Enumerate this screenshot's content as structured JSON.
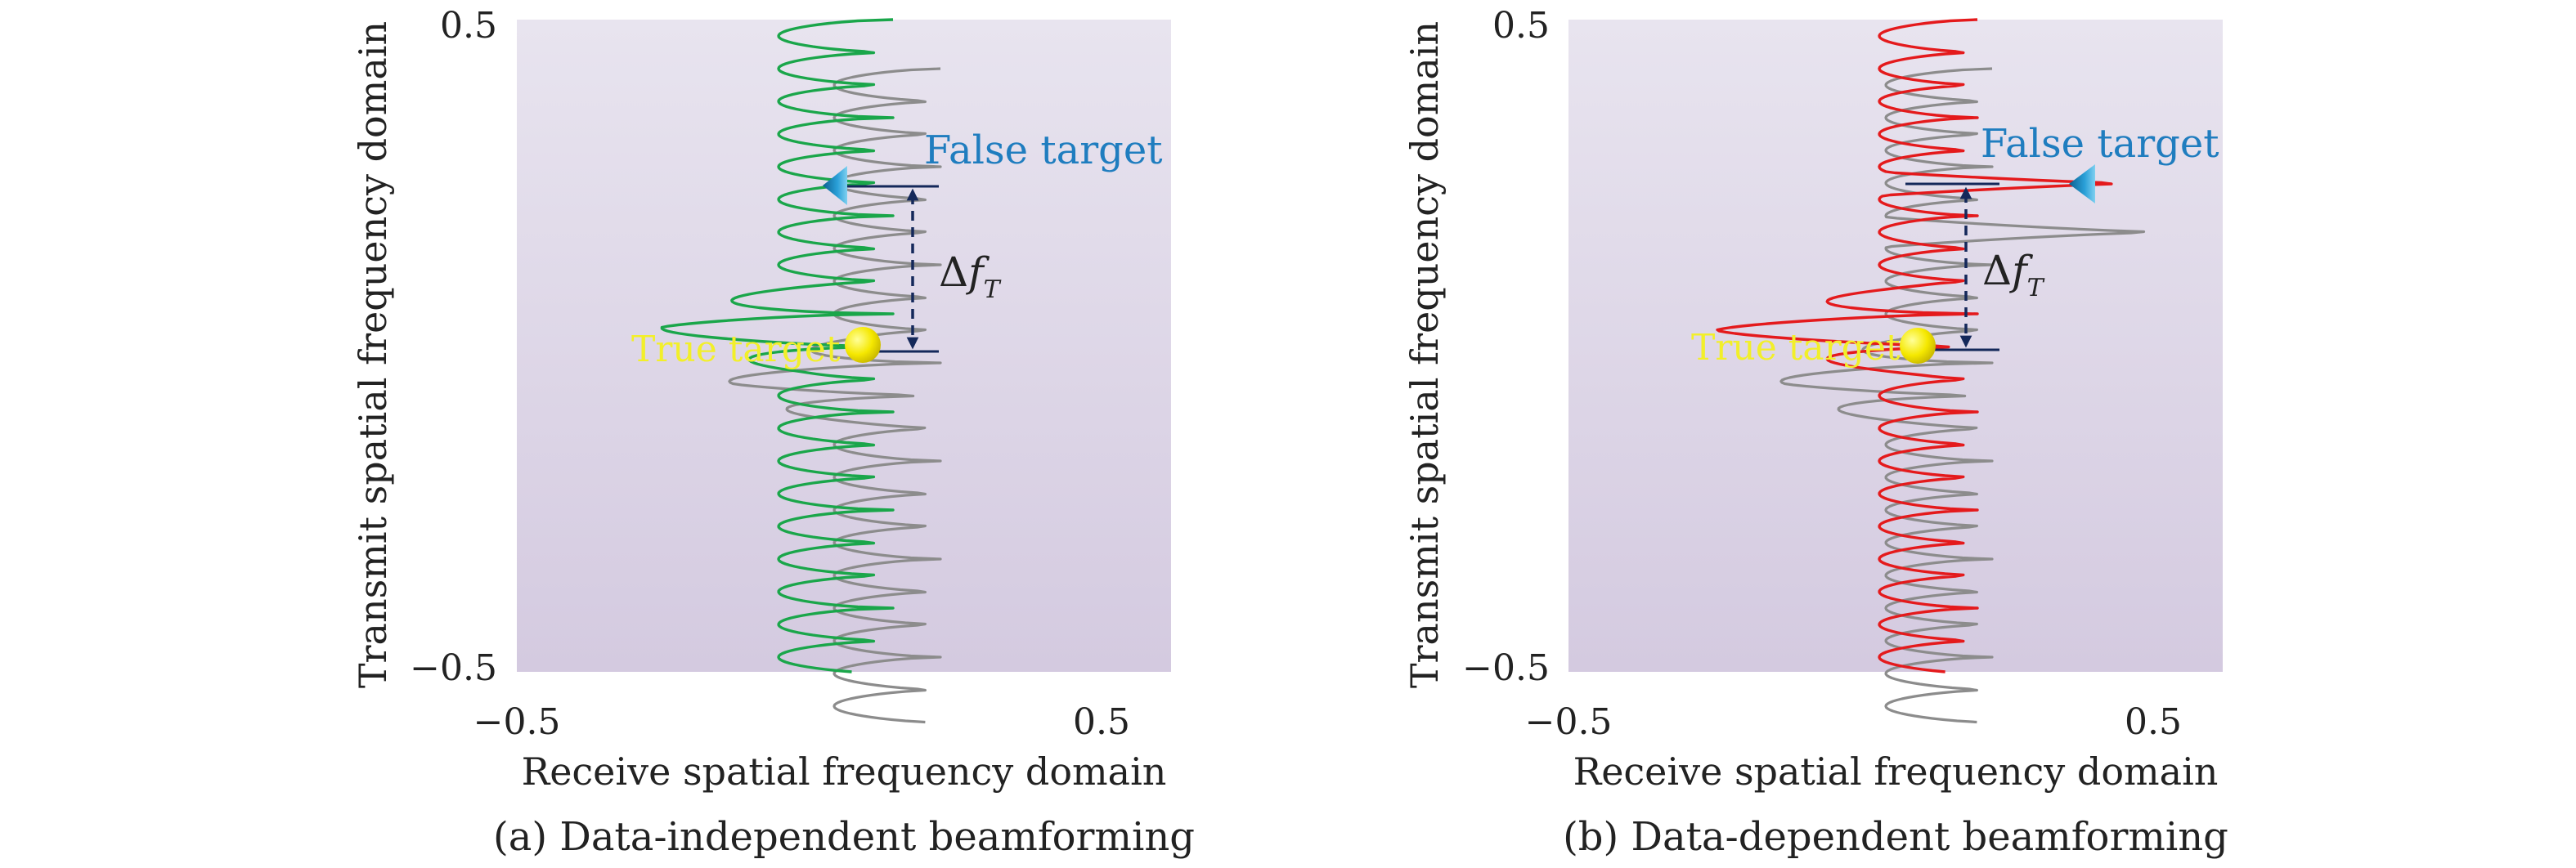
{
  "colors": {
    "plot_bg_top": "#e8e4ef",
    "plot_bg_bottom": "#d4cae0",
    "beam_independent": "#1aa64a",
    "beam_dependent": "#e41a1c",
    "beam_reference": "#8c8c8c",
    "false_target_label": "#1f7dbf",
    "true_target_label": "#f2ef2a",
    "true_target_marker": "#f5e800",
    "false_target_marker": "#1e90c8",
    "arrow": "#14285a"
  },
  "panels": [
    {
      "caption": "(a) Data-independent beamforming",
      "xlabel": "Receive spatial frequency domain",
      "ylabel": "Transmit spatial frequency domain",
      "x_ticks": [
        "−0.5",
        "0.5"
      ],
      "y_ticks": [
        "0.5",
        "−0.5"
      ],
      "false_target_label": "False target",
      "true_target_label": "True target",
      "delta_label": {
        "base": "Δ",
        "var": "f",
        "sub": "T"
      },
      "beam_color": "green",
      "has_false_spike": false
    },
    {
      "caption": "(b) Data-dependent beamforming",
      "xlabel": "Receive spatial frequency domain",
      "ylabel": "Transmit spatial frequency domain",
      "x_ticks": [
        "−0.5",
        "0.5"
      ],
      "y_ticks": [
        "0.5",
        "−0.5"
      ],
      "false_target_label": "False target",
      "true_target_label": "True target",
      "delta_label": {
        "base": "Δ",
        "var": "f",
        "sub": "T"
      },
      "beam_color": "red",
      "has_false_spike": true
    }
  ]
}
